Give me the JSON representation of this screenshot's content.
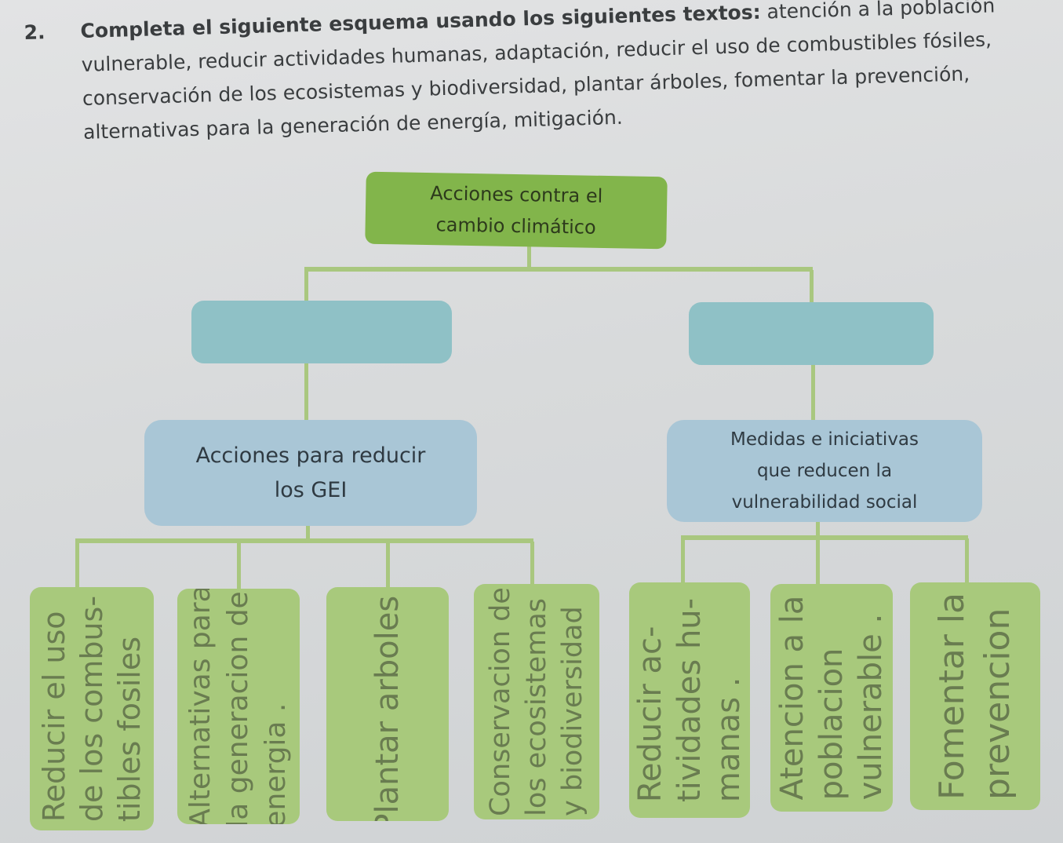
{
  "instructions": {
    "number": "2.",
    "lead": "Completa el siguiente esquema usando los siguientes textos:",
    "body": "atención a la población vulnerable, reducir actividades humanas, adaptación, reducir el uso de combustibles fósiles, conservación de los ecosistemas y biodiversidad, plantar árboles, fomentar la prevención, alternativas para la generación de energía, mitigación."
  },
  "diagram": {
    "root": {
      "line1": "Acciones contra el",
      "line2": "cambio climático"
    },
    "left_blank": "",
    "right_blank": "",
    "left_mid": {
      "line1": "Acciones para reducir",
      "line2": "los GEI"
    },
    "right_mid": {
      "line1": "Medidas e iniciativas",
      "line2": "que reducen la",
      "line3": "vulnerabilidad social"
    },
    "leaves": [
      {
        "l1": "Reducir el uso",
        "l2": "de los combus-",
        "l3": "tibles fosiles"
      },
      {
        "l1": "Alternativas para",
        "l2": "la generacion de",
        "l3": "energia ."
      },
      {
        "l1": "Plantar arboles .",
        "l2": "",
        "l3": ""
      },
      {
        "l1": "Conservacion de",
        "l2": "los ecosistemas",
        "l3": "y biodiversidad"
      },
      {
        "l1": "Reducir ac-",
        "l2": "tividades hu-",
        "l3": "manas ."
      },
      {
        "l1": "Atencion a la",
        "l2": "poblacion",
        "l3": "vulnerable ."
      },
      {
        "l1": "Fomentar la",
        "l2": "prevencion",
        "l3": ""
      }
    ]
  }
}
